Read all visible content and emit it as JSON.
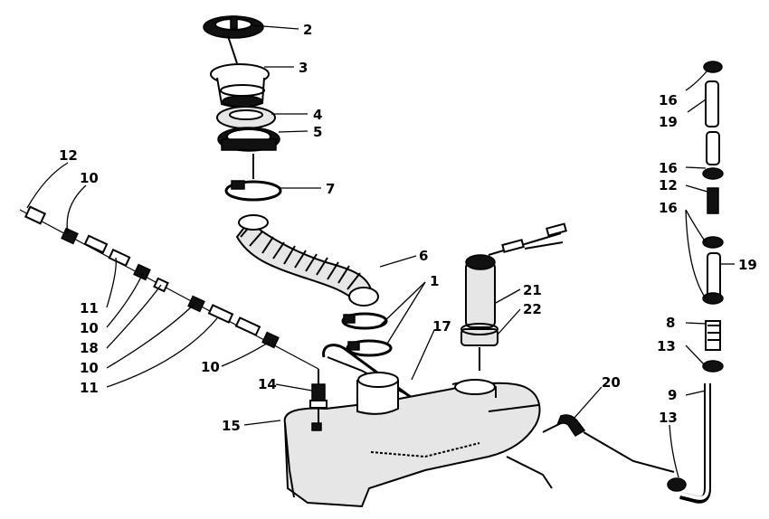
{
  "callouts": {
    "c1": "1",
    "c2": "2",
    "c3": "3",
    "c4": "4",
    "c5": "5",
    "c6": "6",
    "c7": "7",
    "c8": "8",
    "c9": "9",
    "c10a": "10",
    "c10b": "10",
    "c10c": "10",
    "c10d": "10",
    "c11a": "11",
    "c11b": "11",
    "c12a": "12",
    "c12b": "12",
    "c13a": "13",
    "c13b": "13",
    "c14": "14",
    "c15": "15",
    "c16a": "16",
    "c16b": "16",
    "c16c": "16",
    "c17": "17",
    "c18": "18",
    "c19a": "19",
    "c19b": "19",
    "c20": "20",
    "c21": "21",
    "c22": "22"
  }
}
